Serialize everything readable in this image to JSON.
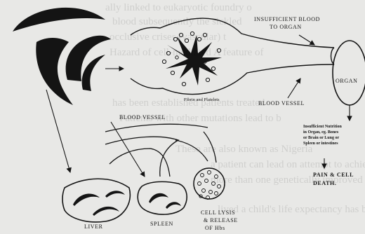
{
  "labels": {
    "insufficient_blood": [
      "INSUFFICIENT BLOOD",
      "TO ORGAN"
    ],
    "organ": "ORGAN",
    "blood_vessel_right": "BLOOD VESSEL",
    "blood_vessel_left": "BLOOD VESSEL",
    "fibrin": "Fibrin and    Platelets",
    "insufficient_nutrition": [
      "Insufficient Nutrition",
      "in Organ, eg. Bones",
      "or Brain or Lung or",
      "Spleen or intestines"
    ],
    "pain": [
      "PAIN  &  CELL",
      "DEATH."
    ],
    "liver": "LIVER",
    "spleen": "SPLEEN",
    "cell_lysis": [
      "CELL LYSIS",
      "& RELEASE",
      "OF Hbs"
    ]
  },
  "background_text": [
    "ally linked to eukaryotic foundry o",
    "blood subsequently the sickled",
    "occlusive crises (vascular) t",
    "Hazard of cell-mediated A feature of",
    "has been established patients treated",
    "Patients with other mutations lead to b",
    "These are also known as Nigeria",
    "a patient can lead on attempt to achieve",
    "more than one genetically improved",
    "lived a child's life expectancy has been"
  ],
  "colors": {
    "ink": "#141414",
    "paper": "#e8e8e6"
  }
}
